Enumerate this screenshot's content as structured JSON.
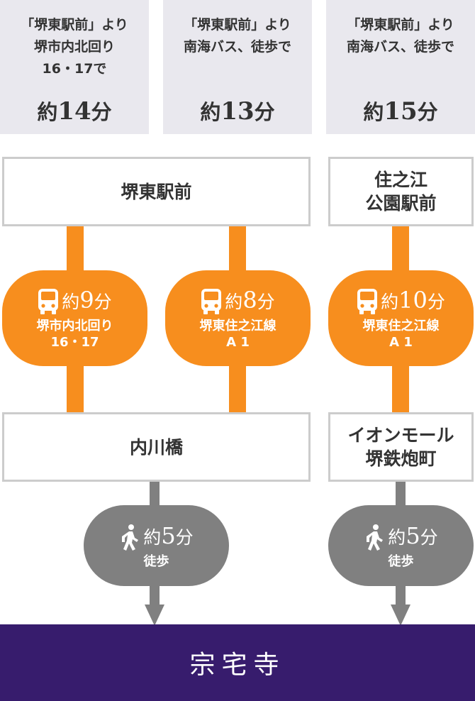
{
  "routes": [
    {
      "summary_lines": [
        "「堺東駅前」より",
        "堺市内北回り",
        "16・17で"
      ],
      "total": {
        "prefix": "約",
        "value": "14",
        "unit": "分"
      }
    },
    {
      "summary_lines": [
        "「堺東駅前」より",
        "南海バス、徒歩で"
      ],
      "total": {
        "prefix": "約",
        "value": "13",
        "unit": "分"
      }
    },
    {
      "summary_lines": [
        "「堺東駅前」より",
        "南海バス、徒歩で"
      ],
      "total": {
        "prefix": "約",
        "value": "15",
        "unit": "分"
      }
    }
  ],
  "stations": {
    "sakaihigashi": [
      "堺東駅前"
    ],
    "suminoe": [
      "住之江",
      "公園駅前"
    ],
    "uchikawabashi": [
      "内川橋"
    ],
    "aeon": [
      "イオンモール",
      "堺鉄炮町"
    ]
  },
  "bus_legs": [
    {
      "icon": "bus-icon",
      "time": {
        "prefix": "約",
        "value": "9",
        "unit": "分"
      },
      "label_lines": [
        "堺市内北回り",
        "16・17"
      ]
    },
    {
      "icon": "bus-icon",
      "time": {
        "prefix": "約",
        "value": "8",
        "unit": "分"
      },
      "label_lines": [
        "堺東住之江線",
        "A 1"
      ]
    },
    {
      "icon": "bus-icon",
      "time": {
        "prefix": "約",
        "value": "10",
        "unit": "分"
      },
      "label_lines": [
        "堺東住之江線",
        "A 1"
      ]
    }
  ],
  "walk_legs": [
    {
      "icon": "walking-person-icon",
      "time": {
        "prefix": "約",
        "value": "5",
        "unit": "分"
      },
      "label": "徒歩"
    },
    {
      "icon": "walking-person-icon",
      "time": {
        "prefix": "約",
        "value": "5",
        "unit": "分"
      },
      "label": "徒歩"
    }
  ],
  "destination": "宗宅寺",
  "colors": {
    "bus": "#f78e1e",
    "walk": "#808080",
    "destination": "#371c6d",
    "header_bg": "#e9e8ee",
    "station_border": "#cccccc"
  }
}
